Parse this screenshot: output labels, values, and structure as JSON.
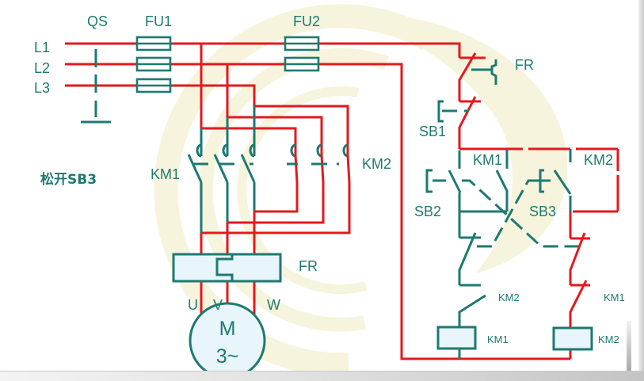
{
  "caption": "松开SB3",
  "colors": {
    "energized_wire": "#e3191e",
    "deenergized_wire": "#1d7a70",
    "component_fill": "#e8f5fb",
    "background_swoosh": "#f6f4dd"
  },
  "main_circuit": {
    "phases": [
      "L1",
      "L2",
      "L3"
    ],
    "switch_label": "QS",
    "main_fuse_label": "FU1",
    "control_fuse_label": "FU2",
    "forward_contactor_label": "KM1",
    "reverse_contactor_label": "KM2",
    "overload_relay_label": "FR",
    "motor_terminals": [
      "U",
      "V",
      "W"
    ],
    "motor": {
      "symbol": "M",
      "phase": "3~"
    }
  },
  "control_circuit": {
    "overload_contact_label": "FR",
    "stop_button_label": "SB1",
    "forward_holding_contact_label": "KM1",
    "reverse_holding_contact_label": "KM2",
    "forward_button_label": "SB2",
    "reverse_button_label": "SB3",
    "forward_branch_interlock_label": "KM2",
    "reverse_branch_interlock_label": "KM1",
    "forward_coil_label": "KM1",
    "reverse_coil_label": "KM2"
  }
}
